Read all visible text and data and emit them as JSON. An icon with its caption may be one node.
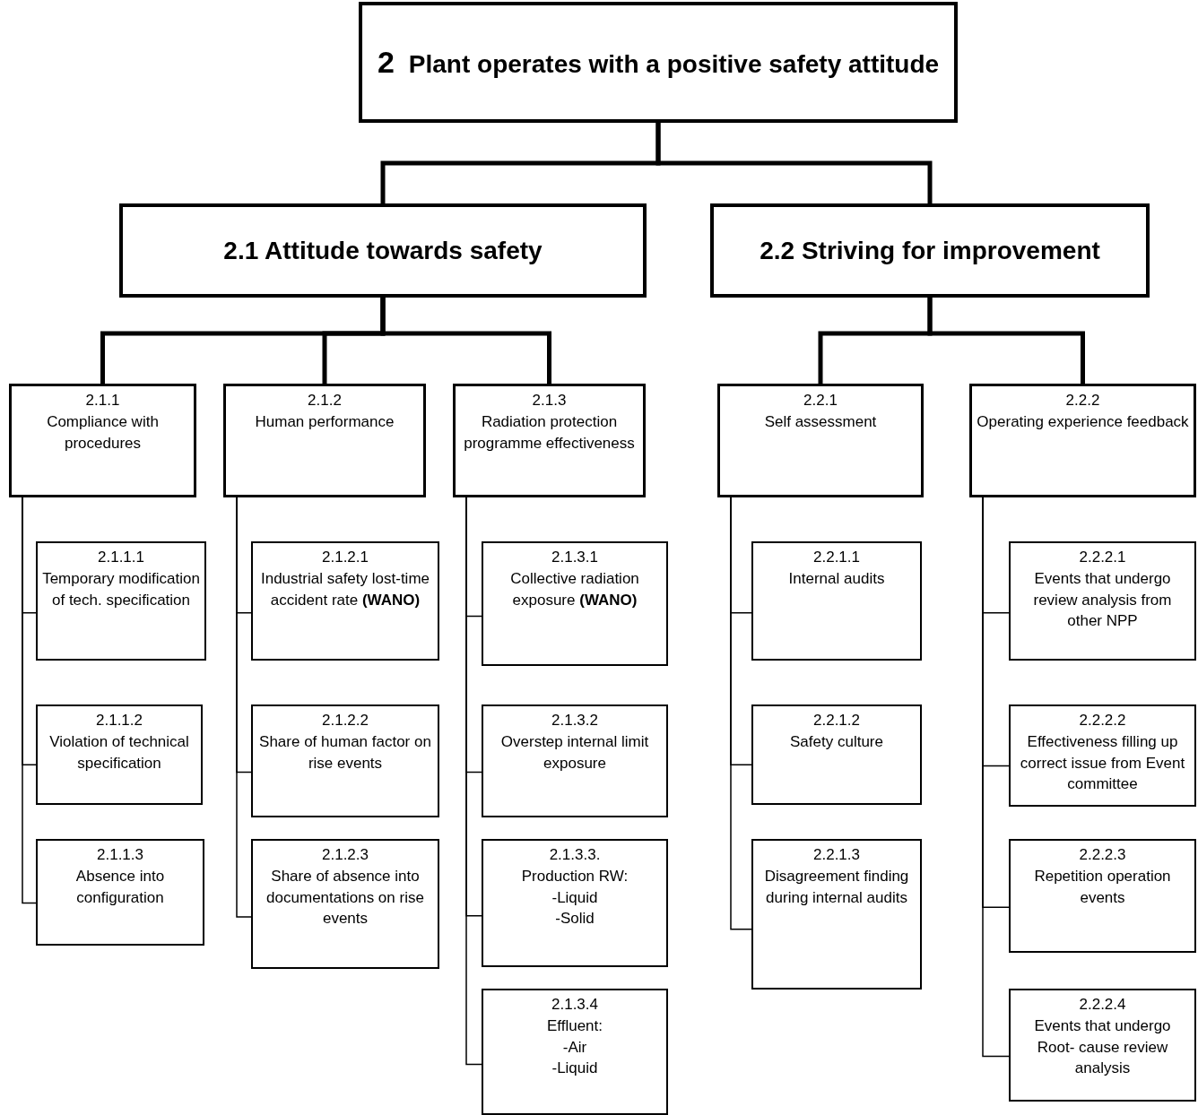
{
  "diagram": {
    "nodes": [
      {
        "text": [
          "2",
          "Plant operates with a positive safety attitude"
        ]
      },
      {
        "text": [
          "2.1 Attitude towards safety"
        ]
      },
      {
        "text": [
          "2.2 Striving for improvement"
        ]
      },
      {
        "text": [
          "2.1.1",
          "Compliance with procedures"
        ]
      },
      {
        "text": [
          "2.1.2",
          "Human performance"
        ]
      },
      {
        "text": [
          "2.1.3",
          "Radiation protection programme effectiveness"
        ]
      },
      {
        "text": [
          "2.2.1",
          "Self assessment"
        ]
      },
      {
        "text": [
          "2.2.2",
          "Operating experience feedback"
        ]
      },
      {
        "text": [
          "2.1.1.1",
          "Temporary modification of tech. specification"
        ]
      },
      {
        "text": [
          "2.1.1.2",
          "Violation of technical specification"
        ]
      },
      {
        "text": [
          "2.1.1.3",
          "Absence into configuration"
        ]
      },
      {
        "text": [
          "2.1.2.1",
          "Industrial safety lost-time accident rate **(WANO)**"
        ]
      },
      {
        "text": [
          "2.1.2.2",
          "Share of human factor on rise events"
        ]
      },
      {
        "text": [
          "2.1.2.3",
          "Share of absence into documentations on rise events"
        ]
      },
      {
        "text": [
          "2.1.3.1",
          "Collective radiation exposure **(WANO)**"
        ]
      },
      {
        "text": [
          "2.1.3.2",
          "Overstep internal limit exposure"
        ]
      },
      {
        "text": [
          "2.1.3.3.",
          "Production RW:",
          "-Liquid",
          "-Solid"
        ]
      },
      {
        "text": [
          "2.1.3.4",
          "Effluent:",
          "-Air",
          "-Liquid"
        ]
      },
      {
        "text": [
          "2.2.1.1",
          "Internal audits"
        ]
      },
      {
        "text": [
          "2.2.1.2",
          "Safety culture"
        ]
      },
      {
        "text": [
          "2.2.1.3",
          "Disagreement finding during internal audits"
        ]
      },
      {
        "text": [
          "2.2.2.1",
          "Events that undergo review analysis from other NPP"
        ]
      },
      {
        "text": [
          "2.2.2.2",
          "Effectiveness filling up correct issue from Event committee"
        ]
      },
      {
        "text": [
          "2.2.2.3",
          "Repetition operation events"
        ]
      },
      {
        "text": [
          "2.2.2.4",
          "Events that undergo Root- cause review analysis"
        ]
      }
    ],
    "edges": [
      {
        "from": 0,
        "to": 1,
        "arrow": "none",
        "style": "thick"
      },
      {
        "from": 0,
        "to": 2,
        "arrow": "none",
        "style": "thick"
      },
      {
        "from": 1,
        "to": 3,
        "arrow": "none",
        "style": "thick"
      },
      {
        "from": 1,
        "to": 4,
        "arrow": "none",
        "style": "thick"
      },
      {
        "from": 1,
        "to": 5,
        "arrow": "none",
        "style": "thick"
      },
      {
        "from": 2,
        "to": 6,
        "arrow": "none",
        "style": "thick"
      },
      {
        "from": 2,
        "to": 7,
        "arrow": "none",
        "style": "thick"
      },
      {
        "from": 3,
        "to": 8,
        "arrow": "none"
      },
      {
        "from": 3,
        "to": 9,
        "arrow": "none"
      },
      {
        "from": 3,
        "to": 10,
        "arrow": "none"
      },
      {
        "from": 4,
        "to": 11,
        "arrow": "none"
      },
      {
        "from": 4,
        "to": 12,
        "arrow": "none"
      },
      {
        "from": 4,
        "to": 13,
        "arrow": "none"
      },
      {
        "from": 5,
        "to": 14,
        "arrow": "none"
      },
      {
        "from": 5,
        "to": 15,
        "arrow": "none"
      },
      {
        "from": 5,
        "to": 16,
        "arrow": "none"
      },
      {
        "from": 5,
        "to": 17,
        "arrow": "none"
      },
      {
        "from": 6,
        "to": 18,
        "arrow": "none"
      },
      {
        "from": 6,
        "to": 19,
        "arrow": "none"
      },
      {
        "from": 6,
        "to": 20,
        "arrow": "none"
      },
      {
        "from": 7,
        "to": 21,
        "arrow": "none"
      },
      {
        "from": 7,
        "to": 22,
        "arrow": "none"
      },
      {
        "from": 7,
        "to": 23,
        "arrow": "none"
      },
      {
        "from": 7,
        "to": 24,
        "arrow": "none"
      }
    ]
  }
}
